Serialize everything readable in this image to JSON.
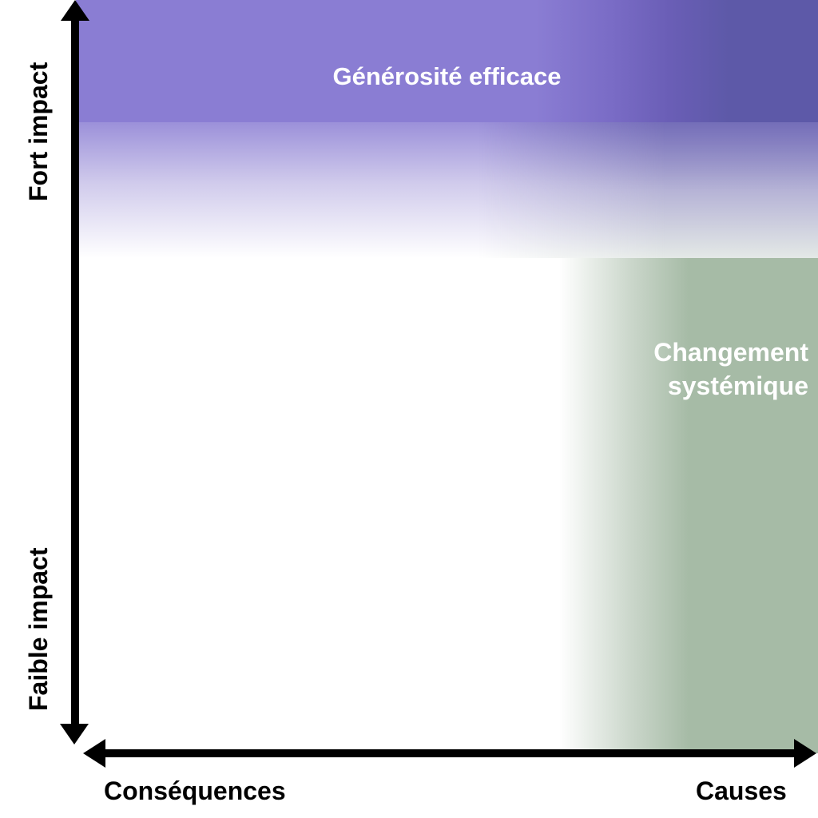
{
  "diagram": {
    "quadrants": {
      "top": {
        "label": "Générosité efficace",
        "color": "#8a7dd3",
        "color_dark": "#5d59a8"
      },
      "right": {
        "label_line1": "Changement",
        "label_line2": "systémique",
        "color": "#a6bba6"
      }
    },
    "axes": {
      "y_top_label": "Fort impact",
      "y_bottom_label": "Faible impact",
      "x_left_label": "Conséquences",
      "x_right_label": "Causes"
    }
  }
}
